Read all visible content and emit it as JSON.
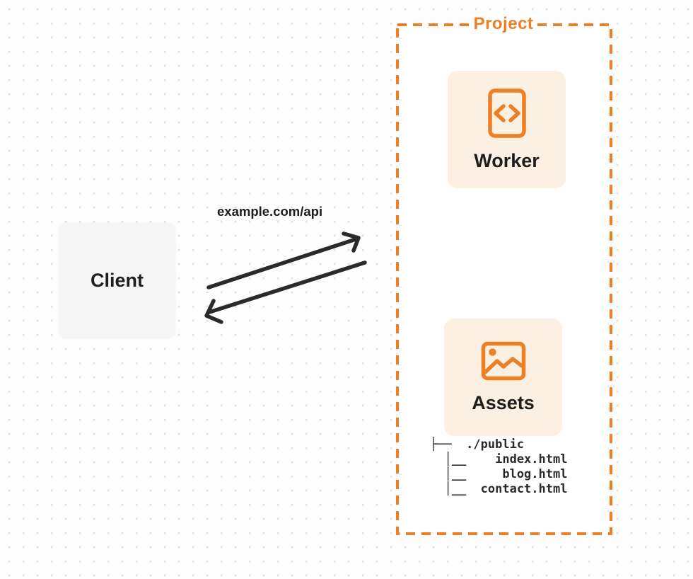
{
  "diagram": {
    "client": {
      "label": "Client"
    },
    "request_label": "example.com/api",
    "project": {
      "label": "Project",
      "worker": {
        "label": "Worker",
        "icon": "code-document-icon"
      },
      "assets": {
        "label": "Assets",
        "icon": "image-icon"
      },
      "file_tree": {
        "root": "./public",
        "files": [
          "index.html",
          "blog.html",
          "contact.html"
        ],
        "text": "├──  ./public\n  │__    index.html\n  │__     blog.html\n  │__  contact.html"
      }
    },
    "arrows": {
      "request_direction": "client-to-project",
      "response_direction": "project-to-client"
    },
    "colors": {
      "accent_orange": "#ED8026",
      "card_background": "#FBF0E2",
      "client_background": "#F6F6F6",
      "arrow_dark": "#2A2A2A",
      "text_dark": "#1E1E1E"
    }
  }
}
